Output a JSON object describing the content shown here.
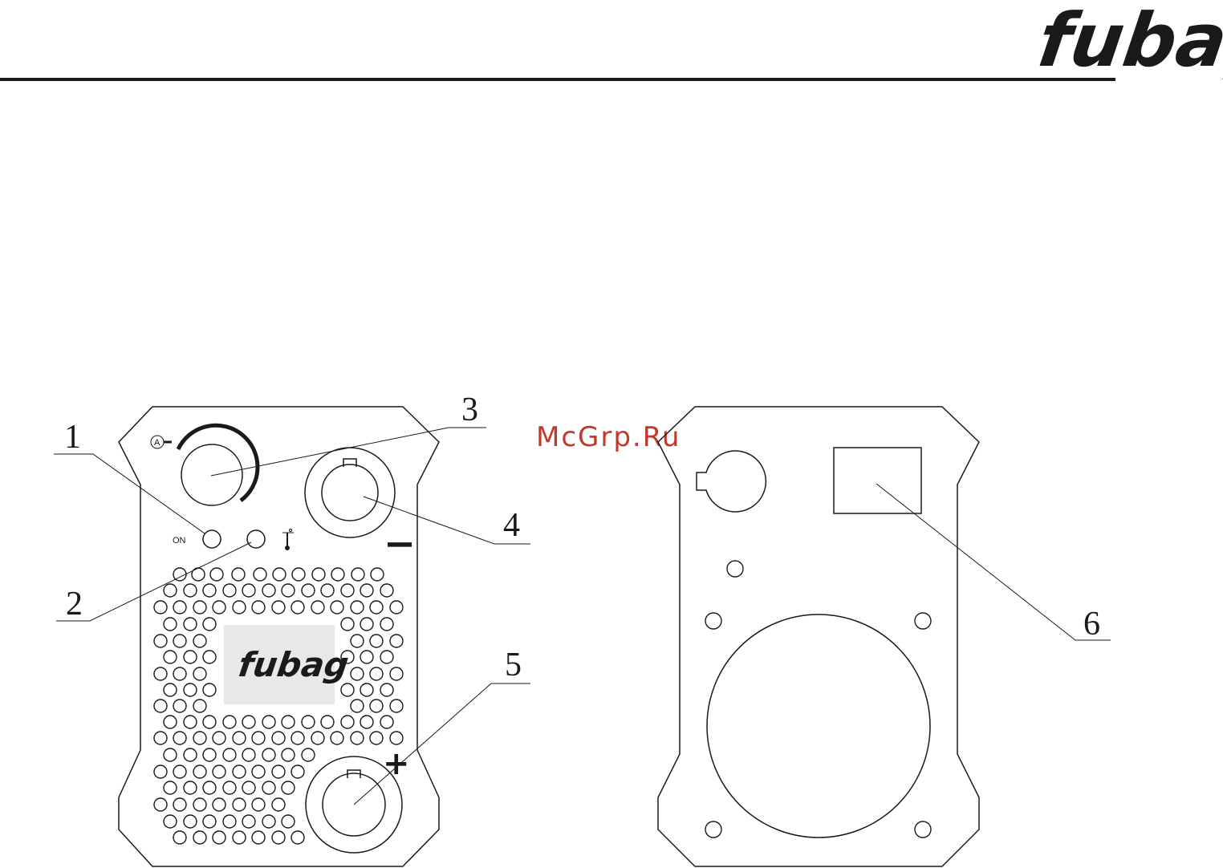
{
  "header": {
    "brand_logo": "fubag"
  },
  "watermark": {
    "text": "McGrp.Ru",
    "color": "#c0392b"
  },
  "front_panel": {
    "center_logo": "fubag",
    "on_label": "ON",
    "minus_symbol": "−",
    "plus_symbol": "+",
    "knob_icon": "current-adjust-icon",
    "thermo_icon": "thermometer-icon"
  },
  "callouts": {
    "c1": "1",
    "c2": "2",
    "c3": "3",
    "c4": "4",
    "c5": "5",
    "c6": "6"
  },
  "colors": {
    "ink": "#1a1a1a",
    "logo_panel": "#e8e8e8"
  }
}
